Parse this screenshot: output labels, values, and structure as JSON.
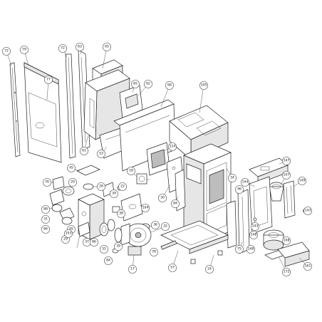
{
  "labels": [
    "72",
    "79",
    "72",
    "63",
    "65",
    "77",
    "65",
    "62",
    "68",
    "105",
    "61",
    "53",
    "114",
    "18",
    "30",
    "84",
    "34",
    "147",
    "107",
    "149",
    "144",
    "45",
    "76",
    "29",
    "28",
    "39",
    "88",
    "31",
    "86",
    "45",
    "29",
    "22",
    "104",
    "38",
    "36",
    "103",
    "37",
    "86",
    "32",
    "31",
    "39",
    "84",
    "78",
    "17",
    "57",
    "24",
    "75",
    "148",
    "143",
    "108",
    "161",
    "172",
    "148",
    "143",
    "46"
  ]
}
